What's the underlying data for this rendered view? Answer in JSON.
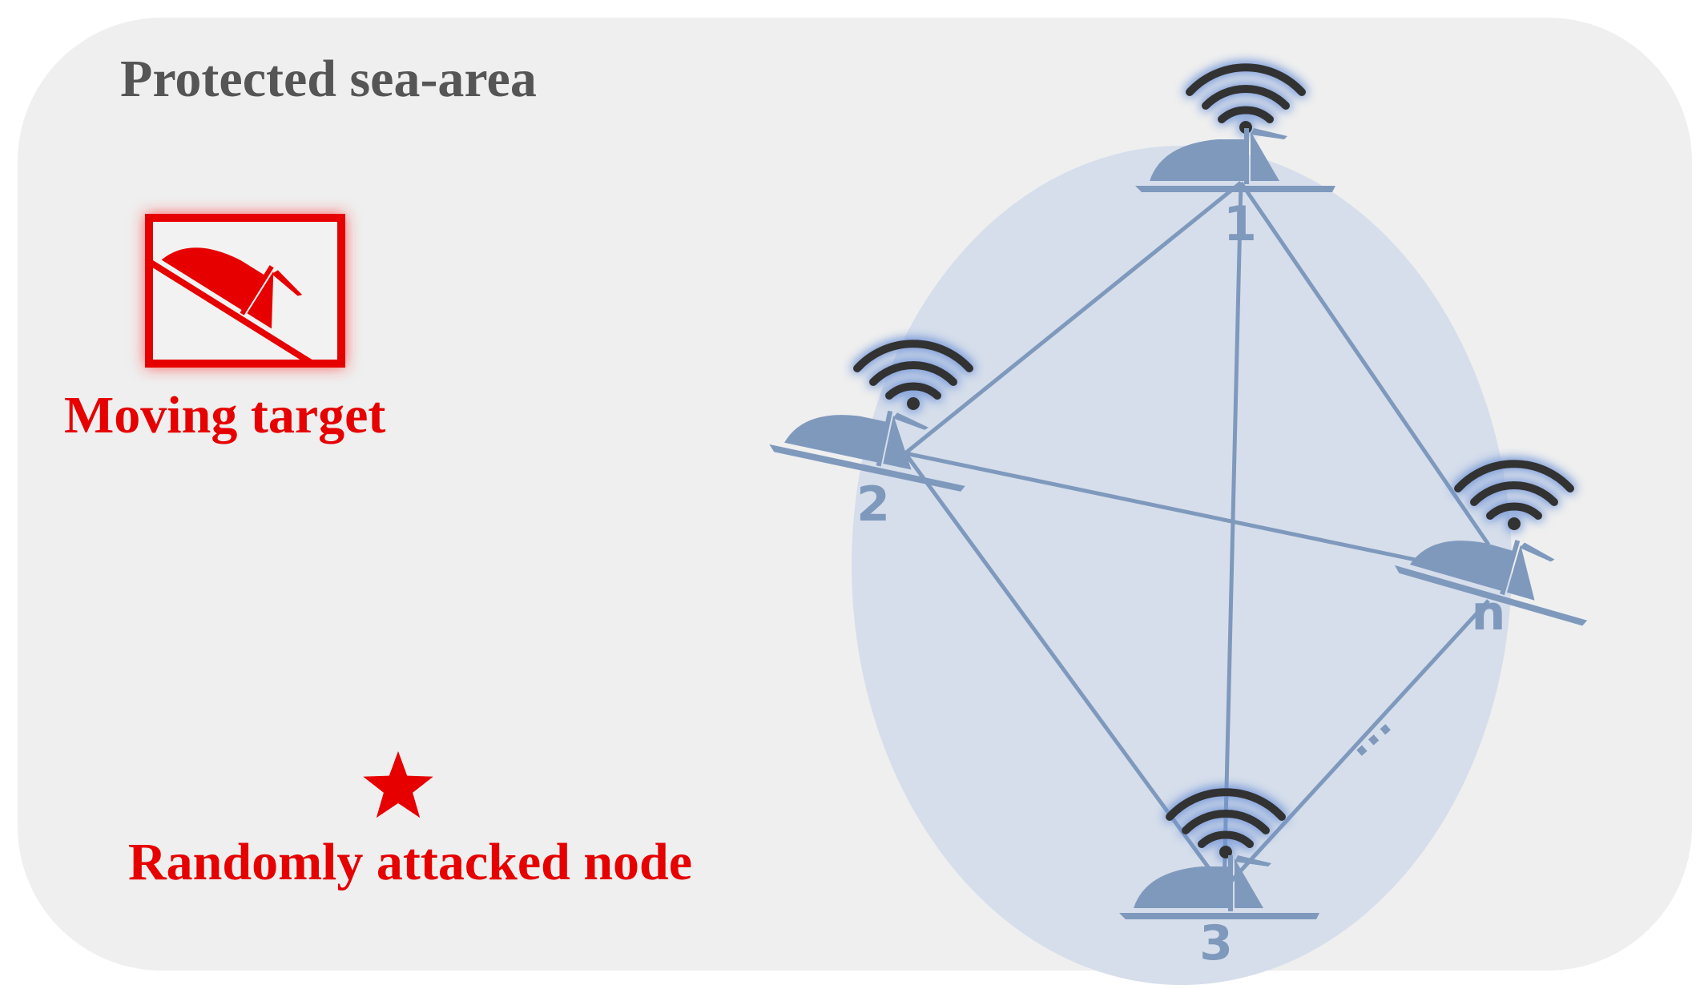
{
  "area": {
    "title": "Protected sea-area",
    "background_color": "#efefef"
  },
  "legend": {
    "moving_target": {
      "label": "Moving target",
      "icon": "red-boat-icon",
      "color": "#e60000"
    },
    "attacked_node": {
      "label": "Randomly attacked node",
      "icon": "red-star-icon",
      "color": "#e60000"
    }
  },
  "network": {
    "node_color": "#7f99bd",
    "signal_color": "#333333",
    "coverage_color": "#d6deeb",
    "nodes": [
      {
        "id": "1",
        "label": "1"
      },
      {
        "id": "2",
        "label": "2"
      },
      {
        "id": "n",
        "label": "n"
      },
      {
        "id": "3",
        "label": "3"
      }
    ],
    "links": [
      [
        "1",
        "2"
      ],
      [
        "1",
        "n"
      ],
      [
        "1",
        "3"
      ],
      [
        "2",
        "n"
      ],
      [
        "2",
        "3"
      ],
      [
        "3",
        "n"
      ]
    ],
    "ellipsis": "···"
  }
}
